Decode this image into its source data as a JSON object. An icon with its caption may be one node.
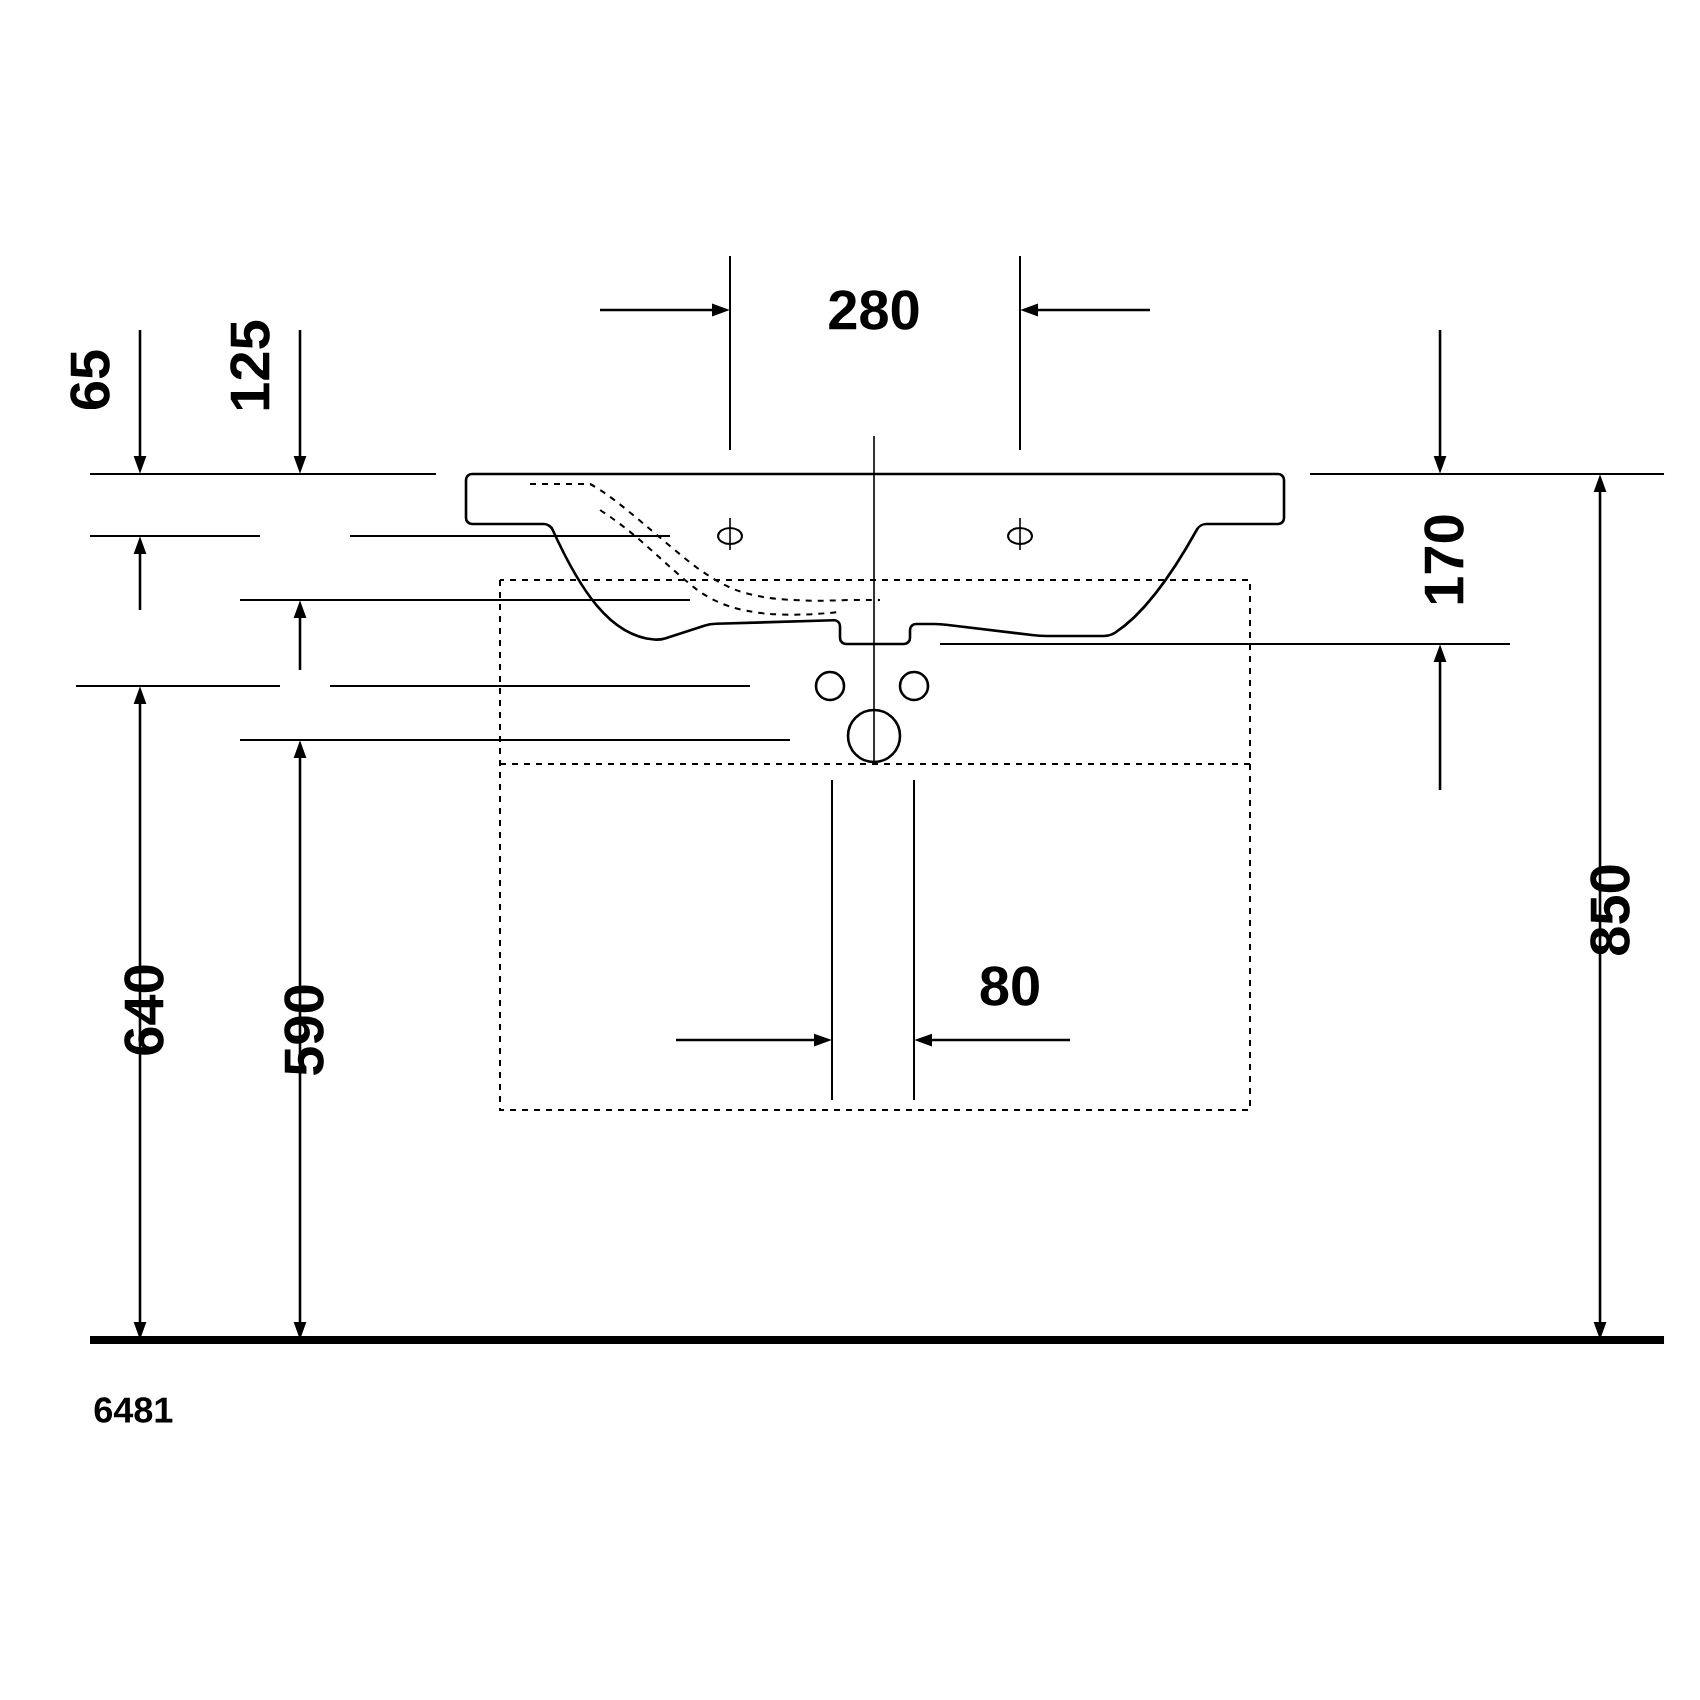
{
  "diagram": {
    "labels": [
      "280",
      "65",
      "125",
      "170",
      "850",
      "640",
      "590",
      "80",
      "6481"
    ]
  }
}
